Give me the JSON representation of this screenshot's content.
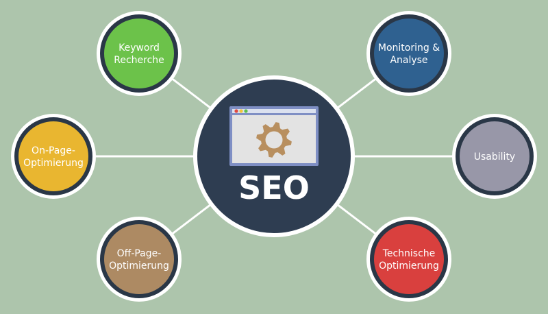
{
  "hub": {
    "label": "SEO",
    "color": "#2e3d51",
    "icon": "browser-window-gear-icon",
    "gear_color": "#b88f5f"
  },
  "nodes": [
    {
      "name": "node-keyword-recherche",
      "lines": [
        "Keyword",
        "Recherche"
      ],
      "color": "#6cc24a"
    },
    {
      "name": "node-on-page-optimierung",
      "lines": [
        "On-Page-",
        "Optimierung"
      ],
      "color": "#e9b630"
    },
    {
      "name": "node-off-page-optimierung",
      "lines": [
        "Off-Page-",
        "Optimierung"
      ],
      "color": "#ad8a63"
    },
    {
      "name": "node-monitoring-analyse",
      "lines": [
        "Monitoring &",
        "Analyse"
      ],
      "color": "#2f6190"
    },
    {
      "name": "node-usability",
      "lines": [
        "Usability"
      ],
      "color": "#9897a8"
    },
    {
      "name": "node-technische-optimierung",
      "lines": [
        "Technische",
        "Optimierung"
      ],
      "color": "#d9403e"
    }
  ],
  "colors": {
    "background": "#adc5ac",
    "connector": "#ffffff",
    "ring": "#ffffff",
    "node_border": "#2a3747"
  }
}
